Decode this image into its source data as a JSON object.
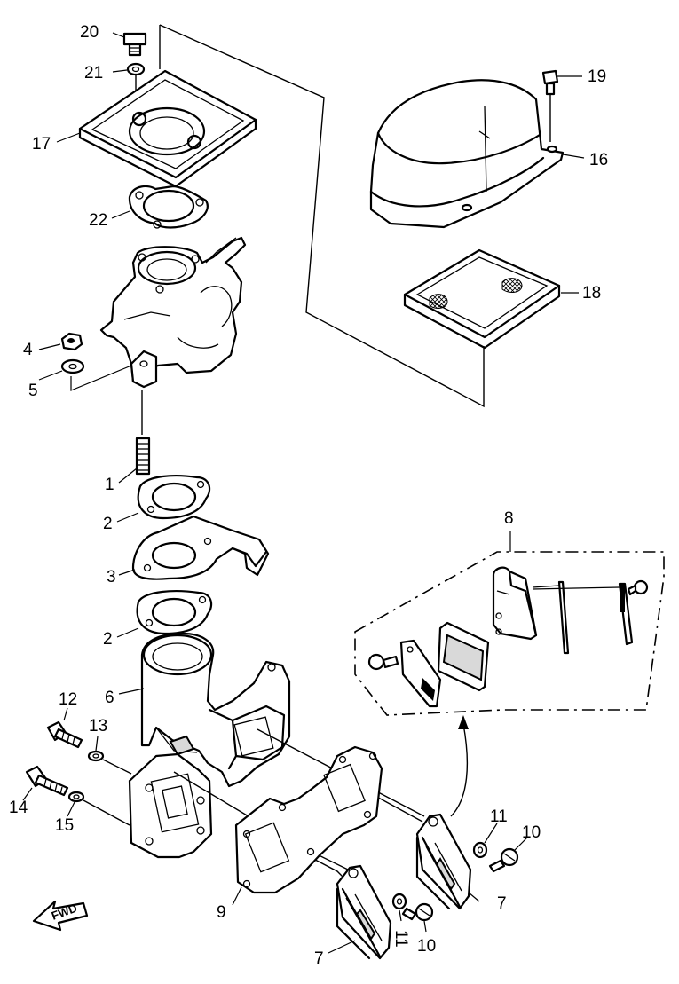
{
  "callouts": {
    "c1": "1",
    "c2a": "2",
    "c2b": "2",
    "c3": "3",
    "c4": "4",
    "c5": "5",
    "c6": "6",
    "c7a": "7",
    "c7b": "7",
    "c8": "8",
    "c9": "9",
    "c10a": "10",
    "c10b": "10",
    "c11a": "11",
    "c11b": "11",
    "c12": "12",
    "c13": "13",
    "c14": "14",
    "c15": "15",
    "c16": "16",
    "c17": "17",
    "c18": "18",
    "c19": "19",
    "c20": "20",
    "c21": "21",
    "c22": "22"
  },
  "direction_marker": "FWD"
}
